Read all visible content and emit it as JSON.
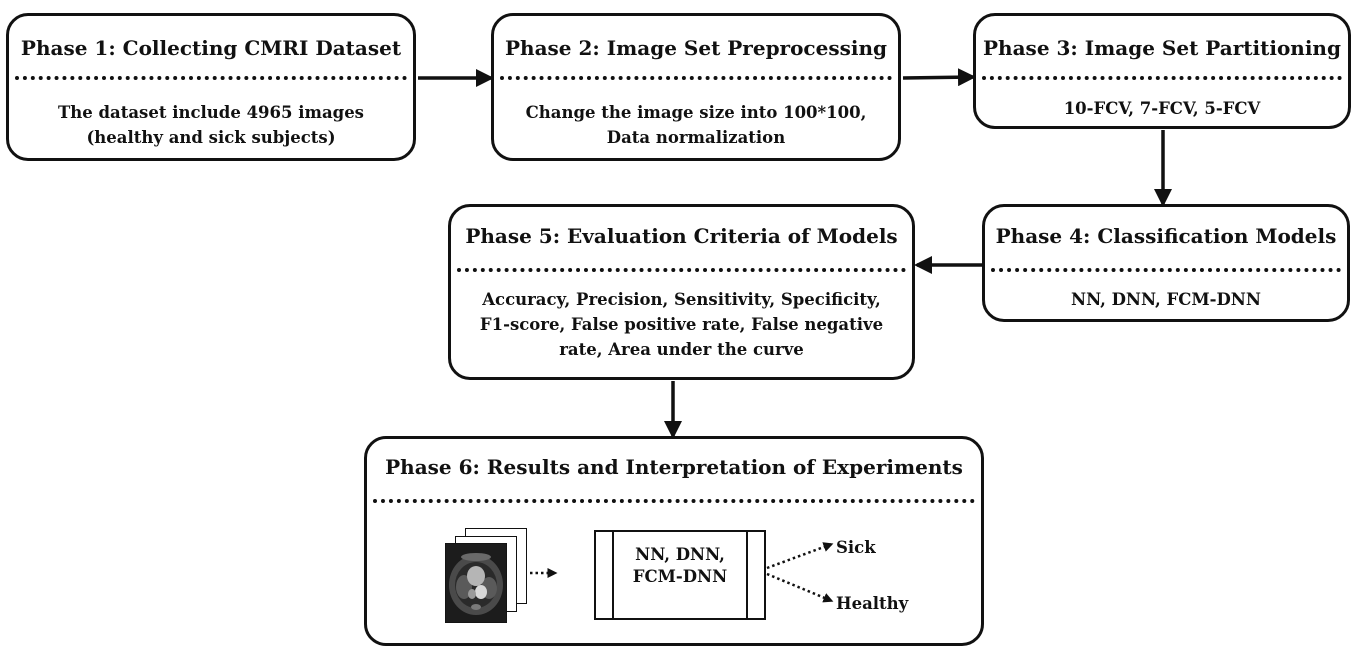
{
  "phases": [
    {
      "title": "Phase 1: Collecting CMRI Dataset",
      "body": [
        "The dataset include 4965 images",
        "(healthy and sick subjects)"
      ]
    },
    {
      "title": "Phase 2: Image Set Preprocessing",
      "body": [
        "Change the image size into 100*100,",
        "Data normalization"
      ]
    },
    {
      "title": "Phase 3: Image Set Partitioning",
      "body": [
        "10-FCV, 7-FCV,  5-FCV"
      ]
    },
    {
      "title": "Phase 4: Classification Models",
      "body": [
        "NN, DNN, FCM-DNN"
      ]
    },
    {
      "title": "Phase 5: Evaluation Criteria of Models",
      "body": [
        "Accuracy, Precision, Sensitivity, Specificity,",
        "F1-score, False positive rate, False negative",
        "rate, Area under the curve"
      ]
    },
    {
      "title": "Phase 6: Results and Interpretation of Experiments"
    }
  ],
  "classifier": {
    "lines": [
      "NN, DNN,",
      "FCM-DNN"
    ]
  },
  "outputs": {
    "sick": "Sick",
    "healthy": "Healthy"
  },
  "colors": {
    "stroke": "#111111",
    "background": "#ffffff"
  }
}
